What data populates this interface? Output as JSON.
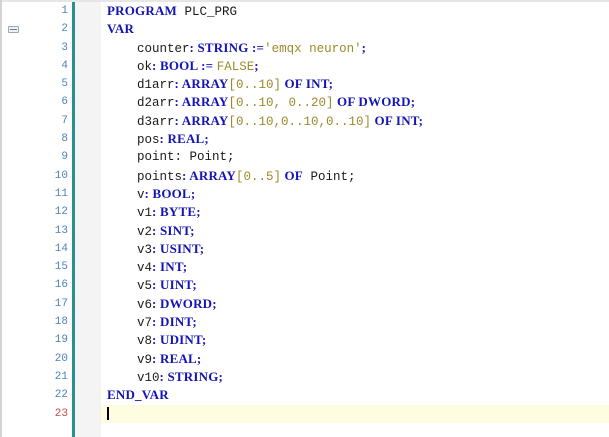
{
  "editor": {
    "colors": {
      "keyword": "#1414b4",
      "literal": "#9a8a2c",
      "line_number": "#4f83b8",
      "line_number_current": "#c84848",
      "current_line_bg": "#fffde0",
      "gutter_bar": "#2a8f8f"
    },
    "fold_icon": "collapse-minus-icon",
    "current_line": 23,
    "line_numbers": [
      "1",
      "2",
      "3",
      "4",
      "5",
      "6",
      "7",
      "8",
      "9",
      "10",
      "11",
      "12",
      "13",
      "14",
      "15",
      "16",
      "17",
      "18",
      "19",
      "20",
      "21",
      "22",
      "23"
    ],
    "lines": [
      [
        {
          "t": "kw",
          "v": "PROGRAM"
        },
        {
          "t": "id",
          "v": " PLC_PRG"
        }
      ],
      [
        {
          "t": "kw",
          "v": "VAR"
        }
      ],
      [
        {
          "t": "id",
          "v": "    counter"
        },
        {
          "t": "kw",
          "v": ": STRING :="
        },
        {
          "t": "str",
          "v": "'emqx neuron'"
        },
        {
          "t": "kw",
          "v": ";"
        }
      ],
      [
        {
          "t": "id",
          "v": "    ok"
        },
        {
          "t": "kw",
          "v": ": BOOL := "
        },
        {
          "t": "lit",
          "v": "FALSE"
        },
        {
          "t": "kw",
          "v": ";"
        }
      ],
      [
        {
          "t": "id",
          "v": "    d1arr"
        },
        {
          "t": "kw",
          "v": ": ARRAY"
        },
        {
          "t": "lit",
          "v": "[0..10]"
        },
        {
          "t": "kw",
          "v": " OF INT;"
        }
      ],
      [
        {
          "t": "id",
          "v": "    d2arr"
        },
        {
          "t": "kw",
          "v": ": ARRAY"
        },
        {
          "t": "lit",
          "v": "[0..10, 0..20]"
        },
        {
          "t": "kw",
          "v": " OF DWORD;"
        }
      ],
      [
        {
          "t": "id",
          "v": "    d3arr"
        },
        {
          "t": "kw",
          "v": ": ARRAY"
        },
        {
          "t": "lit",
          "v": "[0..10,0..10,0..10]"
        },
        {
          "t": "kw",
          "v": " OF INT;"
        }
      ],
      [
        {
          "t": "id",
          "v": "    pos"
        },
        {
          "t": "kw",
          "v": ": REAL;"
        }
      ],
      [
        {
          "t": "id",
          "v": "    point: Point;"
        }
      ],
      [
        {
          "t": "id",
          "v": "    points"
        },
        {
          "t": "kw",
          "v": ": ARRAY"
        },
        {
          "t": "lit",
          "v": "[0..5]"
        },
        {
          "t": "kw",
          "v": " OF"
        },
        {
          "t": "id",
          "v": " Point;"
        }
      ],
      [
        {
          "t": "id",
          "v": "    v"
        },
        {
          "t": "kw",
          "v": ": BOOL;"
        }
      ],
      [
        {
          "t": "id",
          "v": "    v1"
        },
        {
          "t": "kw",
          "v": ": BYTE;"
        }
      ],
      [
        {
          "t": "id",
          "v": "    v2"
        },
        {
          "t": "kw",
          "v": ": SINT;"
        }
      ],
      [
        {
          "t": "id",
          "v": "    v3"
        },
        {
          "t": "kw",
          "v": ": USINT;"
        }
      ],
      [
        {
          "t": "id",
          "v": "    v4"
        },
        {
          "t": "kw",
          "v": ": INT;"
        }
      ],
      [
        {
          "t": "id",
          "v": "    v5"
        },
        {
          "t": "kw",
          "v": ": UINT;"
        }
      ],
      [
        {
          "t": "id",
          "v": "    v6"
        },
        {
          "t": "kw",
          "v": ": DWORD;"
        }
      ],
      [
        {
          "t": "id",
          "v": "    v7"
        },
        {
          "t": "kw",
          "v": ": DINT;"
        }
      ],
      [
        {
          "t": "id",
          "v": "    v8"
        },
        {
          "t": "kw",
          "v": ": UDINT;"
        }
      ],
      [
        {
          "t": "id",
          "v": "    v9"
        },
        {
          "t": "kw",
          "v": ": REAL;"
        }
      ],
      [
        {
          "t": "id",
          "v": "    v10"
        },
        {
          "t": "kw",
          "v": ": STRING;"
        }
      ],
      [
        {
          "t": "kw",
          "v": "END_VAR"
        }
      ],
      []
    ]
  }
}
